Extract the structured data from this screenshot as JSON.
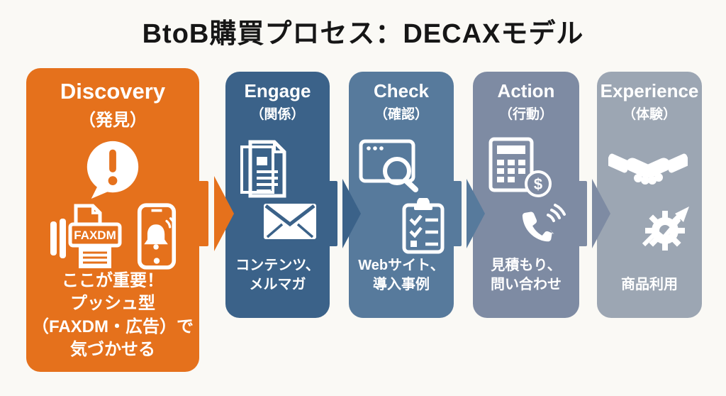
{
  "title": "BtoB購買プロセス：DECAXモデル",
  "colors": {
    "background": "#faf9f5",
    "title_text": "#161616",
    "stage_text": "#ffffff"
  },
  "stages": [
    {
      "name": "Discovery",
      "name_ja": "（発見）",
      "description": "ここが重要！\nプッシュ型\n（FAXDM・広告）で\n気づかせる",
      "color": "#e5711c",
      "icons": [
        "exclamation-speech-bubble-icon",
        "fax-dm-machine-icon",
        "smartphone-notification-icon"
      ],
      "fax_label": "FAXDM"
    },
    {
      "name": "Engage",
      "name_ja": "（関係）",
      "description": "コンテンツ、\nメルマガ",
      "color": "#3b6289",
      "icons": [
        "document-icon",
        "envelope-icon"
      ]
    },
    {
      "name": "Check",
      "name_ja": "（確認）",
      "description": "Webサイト、\n導入事例",
      "color": "#577a9c",
      "icons": [
        "browser-search-icon",
        "checklist-clipboard-icon"
      ]
    },
    {
      "name": "Action",
      "name_ja": "（行動）",
      "description": "見積もり、\n問い合わせ",
      "color": "#7e8ba3",
      "icons": [
        "calculator-dollar-icon",
        "phone-call-icon"
      ],
      "coin_symbol": "$"
    },
    {
      "name": "Experience",
      "name_ja": "（体験）",
      "description": "商品利用",
      "color": "#9ca6b3",
      "icons": [
        "handshake-icon",
        "gear-growth-icon"
      ]
    }
  ]
}
